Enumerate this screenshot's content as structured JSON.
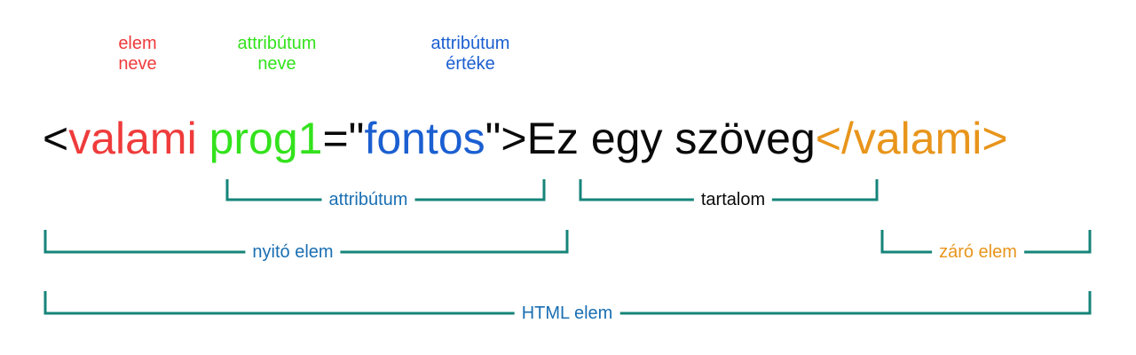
{
  "colors": {
    "element_name": "#ef3b3b",
    "attribute_name": "#33e21c",
    "attribute_value": "#1b5fd1",
    "closing_tag": "#e8951b",
    "plain": "#0a0a0a",
    "bracket_line": "#16847a",
    "bracket_label": "#1a6fb3"
  },
  "labels": {
    "element_name": "elem\nneve",
    "attribute_name": "attribútum\nneve",
    "attribute_value": "attribútum\nértéke"
  },
  "code": {
    "open_bracket": "<",
    "element_name": "valami",
    "space": " ",
    "attribute_name": "prog1",
    "equals_quote": "=\"",
    "attribute_value": "fontos",
    "quote_close": "\">",
    "content": "Ez egy szöveg",
    "closing_tag": "</valami>"
  },
  "brackets": {
    "attribute": "attribútum",
    "content": "tartalom",
    "opening_tag": "nyitó elem",
    "closing_tag": "záró elem",
    "html_element": "HTML elem"
  }
}
